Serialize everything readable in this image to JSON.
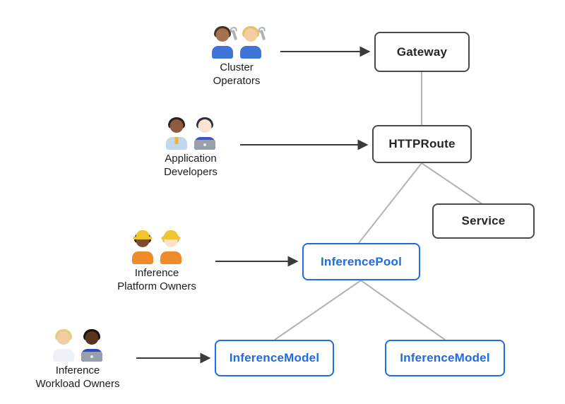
{
  "colors": {
    "node_dark_border": "#4a4a4a",
    "node_dark_text": "#262626",
    "node_blue": "#1f6be4",
    "connector_gray": "#b3b3b3",
    "arrow_dark": "#3b3b3b",
    "label_text": "#1c1c1c",
    "diagram_bg": "#ffffff"
  },
  "nodes": [
    {
      "id": "gateway",
      "label": "Gateway",
      "style": "dark"
    },
    {
      "id": "httproute",
      "label": "HTTPRoute",
      "style": "dark"
    },
    {
      "id": "service",
      "label": "Service",
      "style": "dark"
    },
    {
      "id": "inferencepool",
      "label": "InferencePool",
      "style": "blue"
    },
    {
      "id": "inferencemodel-left",
      "label": "InferenceModel",
      "style": "blue"
    },
    {
      "id": "inferencemodel-right",
      "label": "InferenceModel",
      "style": "blue"
    }
  ],
  "edges": [
    {
      "from": "gateway",
      "to": "httproute"
    },
    {
      "from": "httproute",
      "to": "inferencepool"
    },
    {
      "from": "httproute",
      "to": "service"
    },
    {
      "from": "inferencepool",
      "to": "inferencemodel-left"
    },
    {
      "from": "inferencepool",
      "to": "inferencemodel-right"
    }
  ],
  "personas": [
    {
      "id": "cluster-operators",
      "label_lines": [
        "Cluster",
        "Operators"
      ],
      "arrow_to": "gateway",
      "icons": [
        {
          "name": "man-mechanic-medium-skin-tone",
          "skin": "#a67150",
          "hair": "#45301f",
          "torso": "#4273d6",
          "accessory": "wrench"
        },
        {
          "name": "woman-mechanic-light-skin-tone",
          "skin": "#f4cda2",
          "hair": "#e6c368",
          "torso": "#4273d6",
          "accessory": "wrench"
        }
      ]
    },
    {
      "id": "application-developers",
      "label_lines": [
        "Application",
        "Developers"
      ],
      "arrow_to": "httproute",
      "icons": [
        {
          "name": "man-office-worker-medium-dark-skin-tone",
          "skin": "#8d5c3c",
          "hair": "#2c211a",
          "torso": "#c3d7ec",
          "tie": "#e8b93c"
        },
        {
          "name": "woman-technologist-light-skin-tone",
          "skin": "#f9e4d1",
          "hair": "#2e2e38",
          "torso": "#3c55c9",
          "accessory": "laptop"
        }
      ]
    },
    {
      "id": "inference-platform-owners",
      "label_lines": [
        "Inference",
        "Platform Owners"
      ],
      "arrow_to": "inferencepool",
      "icons": [
        {
          "name": "woman-construction-worker-medium-dark-skin-tone",
          "skin": "#7d4c2e",
          "hair": "#241a14",
          "hat": "#f0c42e",
          "torso": "#ef8c2a"
        },
        {
          "name": "man-construction-worker-light-skin-tone",
          "skin": "#fbe3c9",
          "hair": "#d9b98a",
          "hat": "#f0c42e",
          "torso": "#ef8c2a"
        }
      ]
    },
    {
      "id": "inference-workload-owners",
      "label_lines": [
        "Inference",
        "Workload Owners"
      ],
      "arrow_to": "inferencemodel-left",
      "icons": [
        {
          "name": "health-worker-medium-light-skin-tone",
          "skin": "#f1cda4",
          "hair": "#e7cb7e",
          "torso": "#eef1f5"
        },
        {
          "name": "man-technologist-dark-skin-tone",
          "skin": "#59351f",
          "hair": "#17110c",
          "torso": "#2f49c0",
          "accessory": "laptop"
        }
      ]
    }
  ]
}
